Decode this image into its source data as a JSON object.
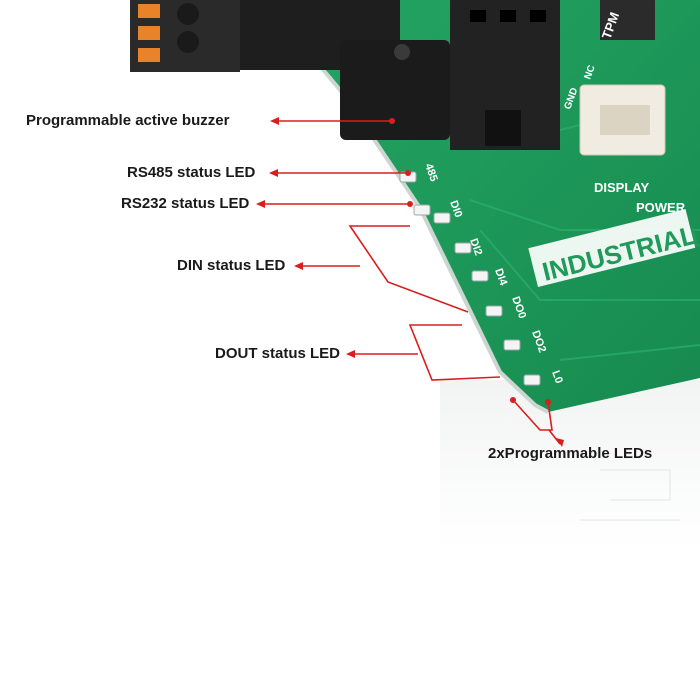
{
  "annotations": {
    "buzzer": "Programmable active buzzer",
    "rs485": "RS485 status LED",
    "rs232": "RS232 status LED",
    "din": "DIN status LED",
    "dout": "DOUT status LED",
    "prog_leds": "2xProgrammable LEDs"
  },
  "board": {
    "silkscreen": {
      "banner": "INDUSTRIAL",
      "display": "DISPLAY",
      "power": "POWER",
      "gnd": "GND",
      "tpm": "TPM",
      "nc": "NC",
      "led_485": "485",
      "led_di0": "DI0",
      "led_di2": "DI2",
      "led_di4": "DI4",
      "led_do0": "DO0",
      "led_do2": "DO2",
      "led_l0": "L0"
    }
  },
  "colors": {
    "pcb_green": "#1f9a5a",
    "pcb_dark": "#157a45",
    "arrow_red": "#d81e1e",
    "connector_orange": "#e8832a"
  }
}
